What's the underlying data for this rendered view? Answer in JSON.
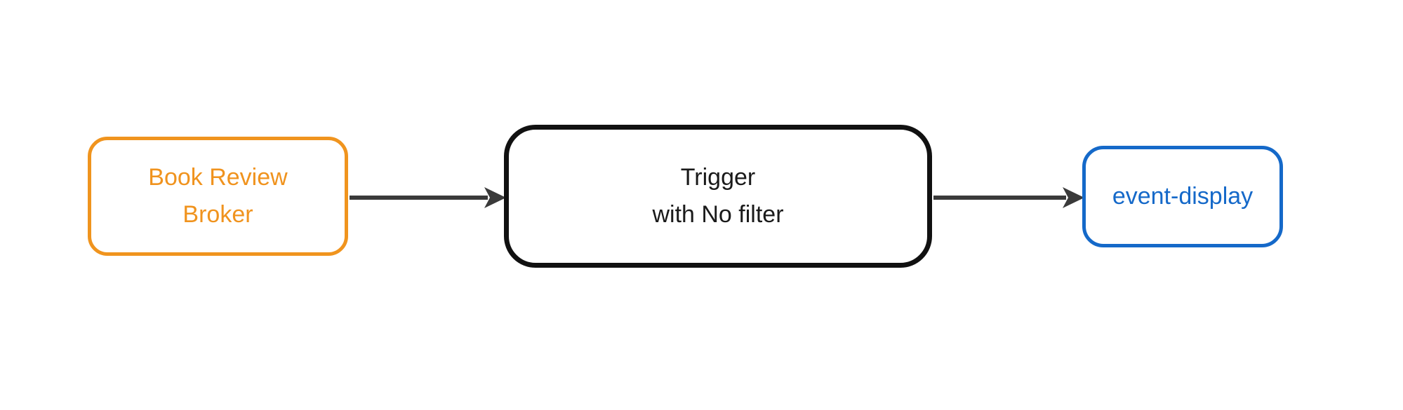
{
  "diagram": {
    "background_color": "#ffffff",
    "edge_color": "#3a3a3a",
    "nodes": [
      {
        "id": "book-review-broker",
        "label": "Book Review Broker",
        "lines": [
          "Book Review",
          "Broker"
        ],
        "border_color": "#f0941e",
        "text_color": "#f0931e"
      },
      {
        "id": "trigger-with-no-filter",
        "label": "Trigger with No filter",
        "lines": [
          "Trigger",
          "with No filter"
        ],
        "border_color": "#111111",
        "text_color": "#1a1a1a"
      },
      {
        "id": "event-display",
        "label": "event-display",
        "lines": [
          "event-display"
        ],
        "border_color": "#1569c9",
        "text_color": "#1569c9"
      }
    ],
    "edges": [
      {
        "from": "book-review-broker",
        "to": "trigger-with-no-filter",
        "direction": "right"
      },
      {
        "from": "trigger-with-no-filter",
        "to": "event-display",
        "direction": "right"
      }
    ]
  }
}
